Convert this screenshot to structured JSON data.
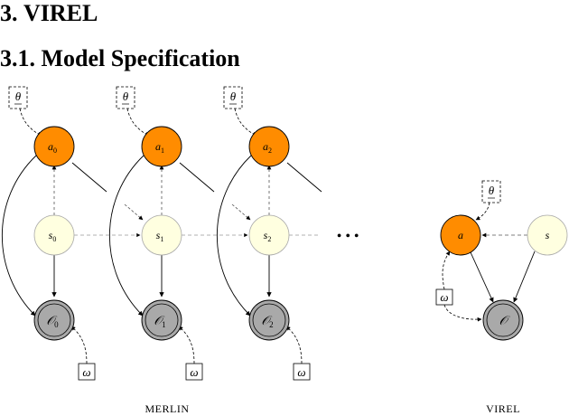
{
  "section": {
    "number": "3.",
    "title": "VIREL"
  },
  "subsection": {
    "number": "3.1.",
    "title": "Model Specification"
  },
  "figure": {
    "merlin": {
      "caption": "MERLIN",
      "theta_labels": [
        "θ",
        "θ",
        "θ"
      ],
      "action_labels": [
        "a",
        "a",
        "a"
      ],
      "action_subscripts": [
        "0",
        "1",
        "2"
      ],
      "state_labels": [
        "s",
        "s",
        "s"
      ],
      "state_subscripts": [
        "0",
        "1",
        "2"
      ],
      "optimality_labels": [
        "𝒪",
        "𝒪",
        "𝒪"
      ],
      "optimality_subscripts": [
        "0",
        "1",
        "2"
      ],
      "omega_labels": [
        "ω",
        "ω",
        "ω"
      ],
      "ellipsis": "• • •"
    },
    "virel": {
      "caption": "VIREL",
      "theta_label": "θ",
      "action_label": "a",
      "state_label": "s",
      "optimality_label": "𝒪",
      "omega_label": "ω"
    },
    "colors": {
      "action_fill": "#ff8c00",
      "state_fill": "#ffffe0",
      "optimality_fill": "#a9a9a9",
      "edge": "#000000",
      "dashed_edge": "#555555"
    }
  }
}
